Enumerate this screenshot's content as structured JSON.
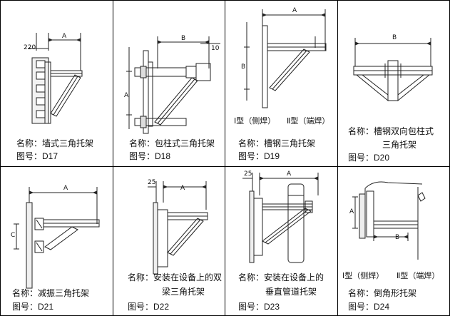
{
  "name_label": "名称：",
  "code_label": "图号：",
  "cells": [
    {
      "name": "墙式三角托架",
      "code": "D17",
      "dims": [
        "220",
        "A"
      ]
    },
    {
      "name": "包柱式三角托架",
      "code": "D18",
      "dims": [
        "B",
        "10",
        "A"
      ]
    },
    {
      "name": "槽钢三角托架",
      "code": "D19",
      "dims": [
        "A",
        "B"
      ],
      "types": [
        "Ⅰ型（侧焊）",
        "Ⅱ型（端焊）"
      ]
    },
    {
      "name": "槽钢双向包柱式",
      "name2": "三角托架",
      "code": "D20",
      "dims": [
        "B"
      ]
    },
    {
      "name": "减振三角托架",
      "code": "D21",
      "dims": [
        "A",
        "C"
      ]
    },
    {
      "name": "安装在设备上的双",
      "name2": "梁三角托架",
      "code": "D22",
      "dims": [
        "25",
        "A"
      ]
    },
    {
      "name": "安装在设备上的",
      "name2": "垂直管道托架",
      "code": "D23",
      "dims": [
        "25",
        "A"
      ]
    },
    {
      "name": "倒角形托架",
      "code": "D24",
      "dims": [
        "A",
        "B"
      ],
      "types": [
        "Ⅰ型（侧焊）",
        "Ⅱ型（端焊）"
      ]
    }
  ]
}
